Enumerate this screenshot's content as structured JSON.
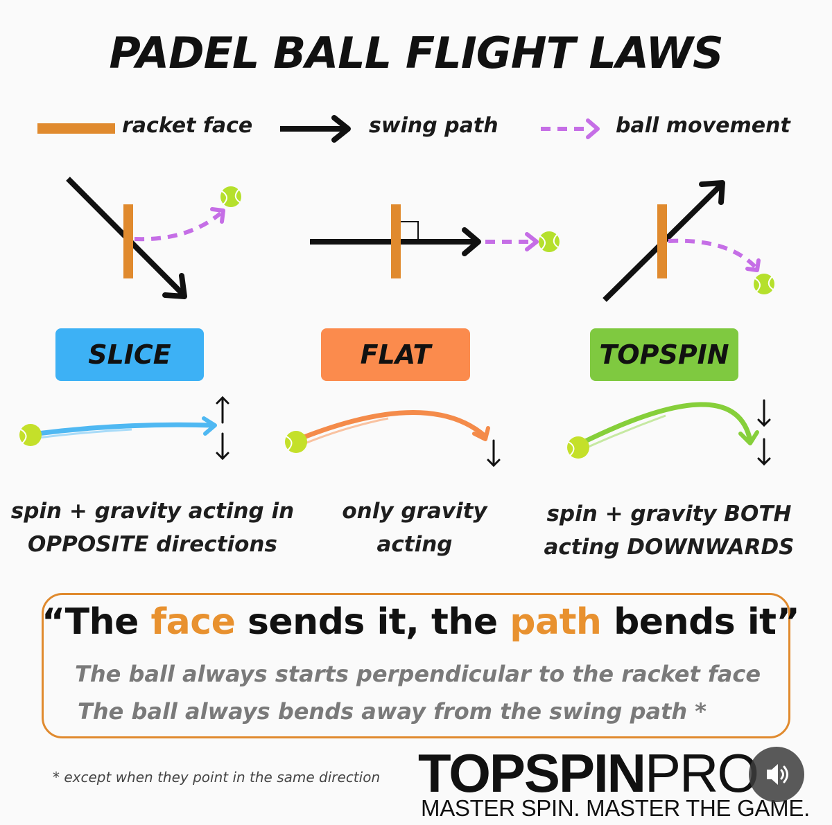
{
  "title": "PADEL BALL FLIGHT LAWS",
  "legend": {
    "racket_face": "racket face",
    "swing_path": "swing path",
    "ball_movement": "ball movement"
  },
  "shots": [
    {
      "label": "SLICE",
      "color": "#3db1f5",
      "line1": "spin + gravity acting in",
      "line2": "OPPOSITE directions"
    },
    {
      "label": "FLAT",
      "color": "#fb8b4d",
      "line1": "only gravity",
      "line2": "acting"
    },
    {
      "label": "TOPSPIN",
      "color": "#7fc940",
      "line1": "spin + gravity BOTH",
      "line2": "acting DOWNWARDS"
    }
  ],
  "quote": {
    "open": "“The ",
    "face": "face",
    "middle": " sends it, the ",
    "path": "path",
    "close": " bends it”",
    "rule1": "The ball always starts perpendicular to the racket face",
    "rule2": "The ball always bends away from the swing path *"
  },
  "footnote": "* except when they point in  the same direction",
  "brand": {
    "bold": "TOPSPIN",
    "light": "PRO",
    "tagline": "MASTER SPIN. MASTER THE GAME."
  },
  "colors": {
    "racket": "#e08a2e",
    "swing": "#111111",
    "ball_path": "#c56ee6",
    "ball": "#b5e02c",
    "quote_accent": "#e8912f"
  },
  "icons": [
    "tennis-ball-icon",
    "speaker-icon"
  ]
}
